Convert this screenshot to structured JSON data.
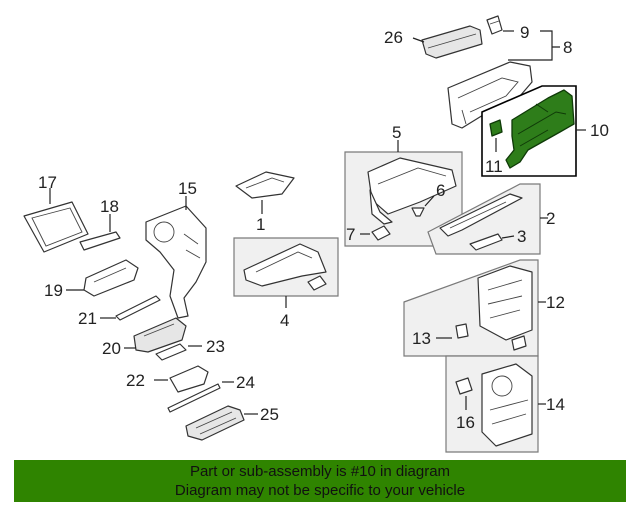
{
  "callouts": {
    "c1": "1",
    "c2": "2",
    "c3": "3",
    "c4": "4",
    "c5": "5",
    "c6": "6",
    "c7": "7",
    "c8": "8",
    "c9": "9",
    "c10": "10",
    "c11": "11",
    "c12": "12",
    "c13": "13",
    "c14": "14",
    "c15": "15",
    "c16": "16",
    "c17": "17",
    "c18": "18",
    "c19": "19",
    "c20": "20",
    "c21": "21",
    "c22": "22",
    "c23": "23",
    "c24": "24",
    "c25": "25",
    "c26": "26"
  },
  "highlighted_part": "10",
  "colors": {
    "highlight": "#2e7d1a",
    "banner": "#2f8400"
  },
  "banner": {
    "line1": "Part or sub-assembly is #10 in diagram",
    "line2": "Diagram may not be specific to your vehicle"
  }
}
